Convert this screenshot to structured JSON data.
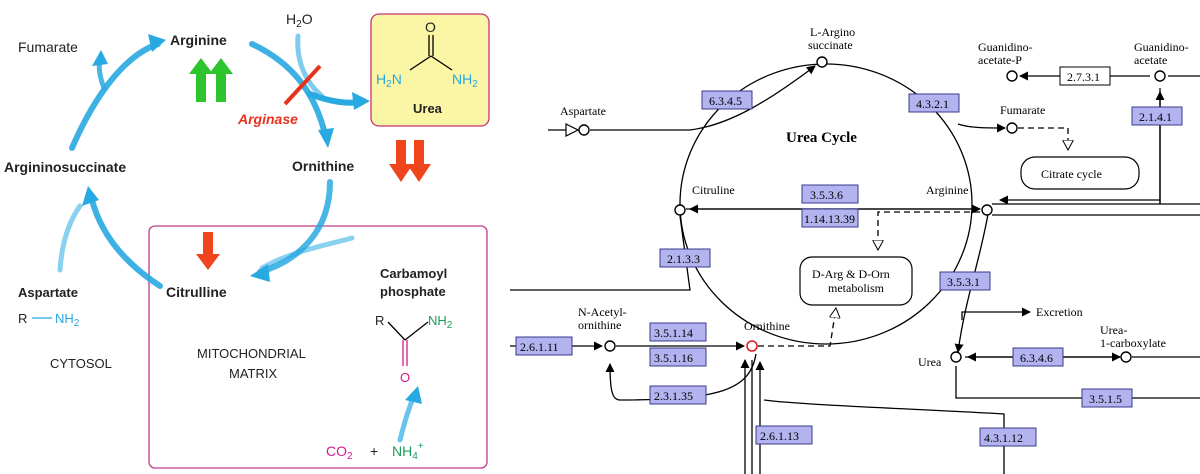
{
  "left": {
    "metabolites": {
      "fumarate": "Fumarate",
      "arginine": "Arginine",
      "argininosuccinate": "Argininosuccinate",
      "ornithine": "Ornithine",
      "citrulline": "Citrulline",
      "aspartate": "Aspartate",
      "aspartate_r": "R",
      "aspartate_nh2": "NH",
      "water_h": "H",
      "water_sub": "2",
      "water_o": "O"
    },
    "urea": {
      "label": "Urea",
      "o": "O",
      "h2n_left": "H",
      "h2n_left_sub": "2",
      "h2n_left_n": "N",
      "nh2_right": "NH",
      "nh2_right_sub": "2"
    },
    "enzyme": "Arginase",
    "compartments": {
      "cytosol": "CYTOSOL",
      "mito_line1": "MITOCHONDRIAL",
      "mito_line2": "MATRIX"
    },
    "carbamoyl": {
      "line1": "Carbamoyl",
      "line2": "phosphate",
      "r": "R",
      "nh2": "NH",
      "nh2_sub": "2",
      "o": "O"
    },
    "inputs": {
      "co2": "CO",
      "co2_sub": "2",
      "plus": "+",
      "nh4": "NH",
      "nh4_sub": "4",
      "nh4_sup": "+"
    },
    "colors": {
      "arrow_blue": "#29a9e1",
      "up_green": "#2ec42e",
      "down_red": "#f0441c",
      "arginase_red": "#e8331c",
      "urea_box": "#fbf6a5",
      "urea_border": "#c8327a",
      "mito_border": "#c13a8e",
      "amine_blue": "#27a7e0",
      "carbamoyl_green": "#1c9c5c",
      "carbonyl_magenta": "#d61a8c"
    }
  },
  "kegg": {
    "title": "Urea Cycle",
    "compounds": {
      "l_argino": "L-Argino",
      "succinate": "succinate",
      "aspartate": "Aspartate",
      "citruline": "Citruline",
      "arginine": "Arginine",
      "ornithine": "Ornithine",
      "n_acetyl": "N-Acetyl-",
      "n_acetyl2": "ornithine",
      "urea": "Urea",
      "fumarate": "Fumarate",
      "guan_p1": "Guanidino-",
      "guan_p2": "acetate-P",
      "guan1": "Guanidino-",
      "guan2": "acetate",
      "excretion": "Excretion",
      "urea_c1": "Urea-",
      "urea_c2": "1-carboxylate"
    },
    "maps": {
      "citrate_cycle": "Citrate cycle",
      "darg_line1": "D-Arg & D-Orn",
      "darg_line2": "metabolism"
    },
    "enzymes": {
      "e6345": "6.3.4.5",
      "e4321": "4.3.2.1",
      "e3536": "3.5.3.6",
      "e1141339": "1.14.13.39",
      "e2133": "2.1.3.3",
      "e3531": "3.5.3.1",
      "e26111": "2.6.1.11",
      "e35114": "3.5.1.14",
      "e35116": "3.5.1.16",
      "e23135": "2.3.1.35",
      "e26113": "2.6.1.13",
      "e6346": "6.3.4.6",
      "e3515": "3.5.1.5",
      "e43112": "4.3.1.12",
      "e2141": "2.1.4.1",
      "e2731": "2.7.3.1"
    },
    "colors": {
      "enzyme_fill": "#b3b3f0",
      "enzyme_stroke": "#3a3a8a",
      "highlight_node": "#e02020"
    }
  }
}
